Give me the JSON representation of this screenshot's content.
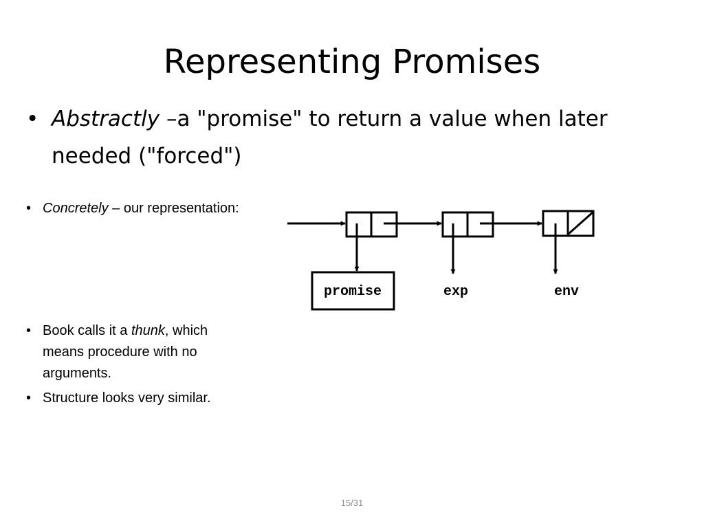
{
  "slide": {
    "title": "Representing Promises",
    "main_bullet": {
      "marker": "•",
      "emphasis": "Abstractly",
      "text": " –a \"promise\" to return a value when later needed (\"forced\")"
    },
    "sub_bullets": [
      {
        "marker": "•",
        "emphasis": "Concretely",
        "text": " – our representation:"
      },
      {
        "marker": "•",
        "before": "Book calls it a ",
        "emphasis": "thunk",
        "after": ", which means procedure with no arguments."
      },
      {
        "marker": "•",
        "text": "Structure looks very similar."
      }
    ],
    "page_number": "15/31"
  },
  "diagram": {
    "labels": {
      "promise": "promise",
      "exp": "exp",
      "env": "env"
    }
  }
}
